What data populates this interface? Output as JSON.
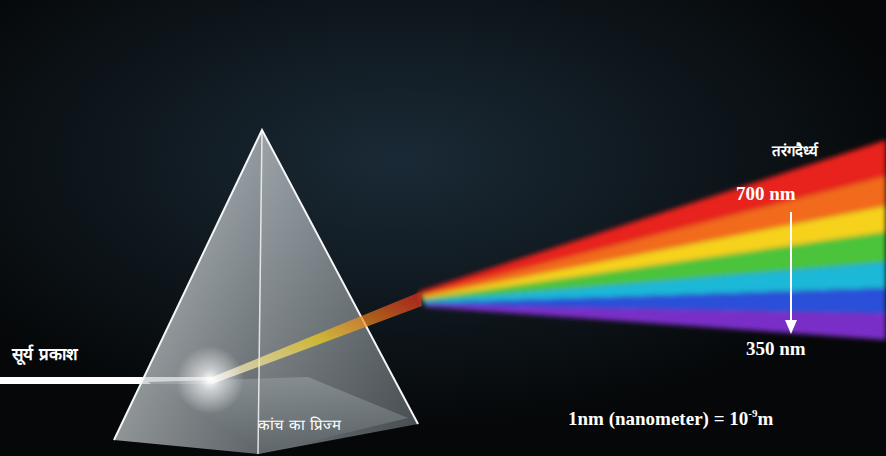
{
  "diagram": {
    "nodes": [
      {
        "text": [
          "कांच का प्रिज्म"
        ]
      }
    ],
    "labels": [
      "सूर्य प्रकाश",
      "तरंगदैर्ध्य",
      "700 nm",
      "350 nm",
      "1nm (nanometer) = 10",
      "-9",
      "m"
    ]
  }
}
